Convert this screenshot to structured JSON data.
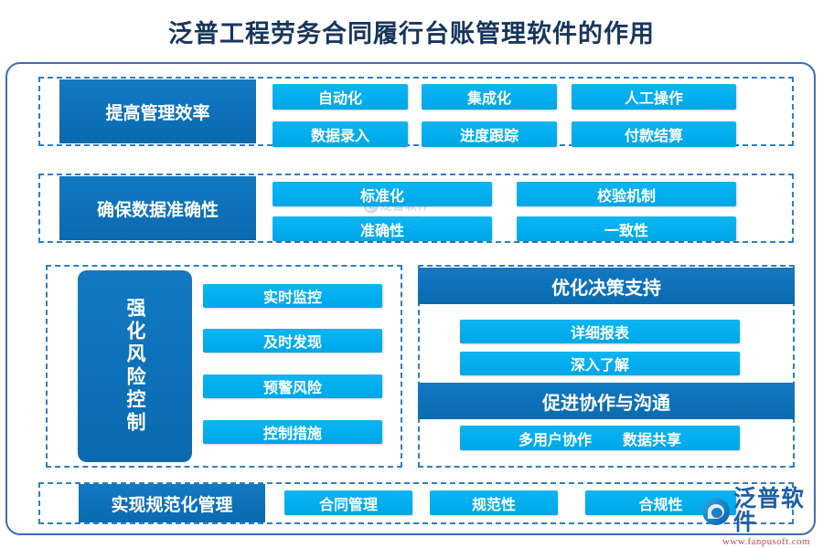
{
  "title": "泛普工程劳务合同履行台账管理软件的作用",
  "colors": {
    "title_text": "#17365D",
    "frame_border": "#3C6DB9",
    "dashed_border": "#2E7FC4",
    "dark_blue": "#0E72BB",
    "light_blue": "#00AEEF",
    "box_text": "#FFFFFF"
  },
  "watermark": {
    "brand": "泛普软件",
    "url": "www.fanpusoft.com",
    "logo_icon": "fanpu-logo-icon"
  },
  "sections": [
    {
      "id": "improve-efficiency",
      "label": "提高管理效率",
      "items": [
        "自动化",
        "集成化",
        "人工操作",
        "数据录入",
        "进度跟踪",
        "付款结算"
      ]
    },
    {
      "id": "ensure-data-accuracy",
      "label": "确保数据准确性",
      "items": [
        "标准化",
        "校验机制",
        "准确性",
        "一致性"
      ]
    },
    {
      "id": "strengthen-risk-control",
      "label": "强化风险控制",
      "items": [
        "实时监控",
        "及时发现",
        "预警风险",
        "控制措施"
      ]
    },
    {
      "id": "optimize-decision-support",
      "label": "优化决策支持",
      "items": [
        "详细报表",
        "深入了解"
      ]
    },
    {
      "id": "promote-collaboration",
      "label": "促进协作与沟通",
      "items": [
        "多用户协作",
        "数据共享"
      ]
    },
    {
      "id": "standardized-management",
      "label": "实现规范化管理",
      "items": [
        "合同管理",
        "规范性",
        "合规性"
      ]
    }
  ]
}
